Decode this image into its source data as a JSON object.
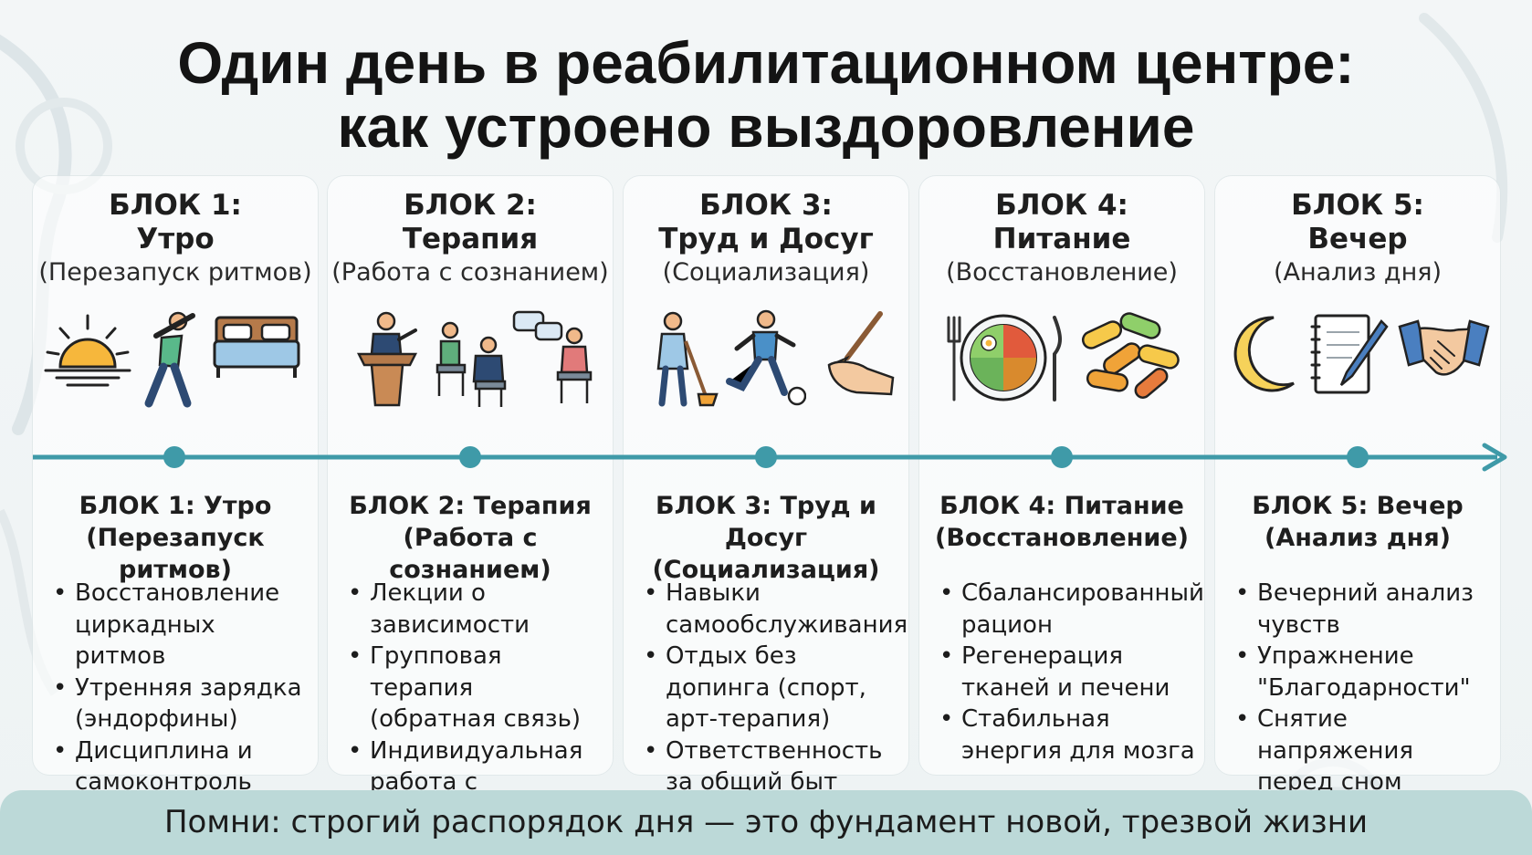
{
  "title": {
    "line1": "Один день в реабилитационном центре:",
    "line2": "как устроено выздоровление"
  },
  "blocks": [
    {
      "label": "БЛОК 1:",
      "name": "Утро",
      "subtitle": "(Перезапуск ритмов)",
      "detail_line1": "БЛОК 1: Утро",
      "detail_line2": "(Перезапуск ритмов)",
      "icons": [
        "sunrise-icon",
        "exercise-person-icon",
        "bed-icon"
      ],
      "bullets": [
        "Восстановление циркадных ритмов",
        "Утренняя зарядка (эндорфины)",
        "Дисциплина и самоконтроль"
      ]
    },
    {
      "label": "БЛОК 2:",
      "name": "Терапия",
      "subtitle": "(Работа с сознанием)",
      "detail_line1": "БЛОК 2: Терапия",
      "detail_line2": "(Работа с сознанием)",
      "icons": [
        "lecturer-podium-icon",
        "group-therapy-icon",
        "psychologist-session-icon"
      ],
      "bullets": [
        "Лекции о зависимости",
        "Групповая терапия (обратная связь)",
        "Индивидуальная работа с психологом"
      ]
    },
    {
      "label": "БЛОК 3:",
      "name": "Труд и Досуг",
      "subtitle": "(Социализация)",
      "detail_line1": "БЛОК 3: Труд и Досуг",
      "detail_line2": "(Социализация)",
      "icons": [
        "cleaning-person-icon",
        "football-player-icon",
        "paintbrush-hand-icon"
      ],
      "bullets": [
        "Навыки самообслуживания",
        "Отдых без допинга (спорт, арт-терапия)",
        "Ответственность за общий быт"
      ]
    },
    {
      "label": "БЛОК 4:",
      "name": "Питание",
      "subtitle": "(Восстановление)",
      "detail_line1": "БЛОК 4: Питание",
      "detail_line2": "(Восстановление)",
      "icons": [
        "food-plate-icon",
        "vitamin-capsules-icon"
      ],
      "bullets": [
        "Сбалансированный рацион",
        "Регенерация тканей и печени",
        "Стабильная энергия для мозга"
      ]
    },
    {
      "label": "БЛОК 5:",
      "name": "Вечер",
      "subtitle": "(Анализ дня)",
      "detail_line1": "БЛОК 5: Вечер",
      "detail_line2": "(Анализ дня)",
      "icons": [
        "crescent-moon-icon",
        "journal-pen-icon",
        "handshake-icon"
      ],
      "bullets": [
        "Вечерний анализ чувств",
        "Упражнение \"Благодарности\"",
        "Снятие напряжения перед сном"
      ]
    }
  ],
  "footer": "Помни: строгий распорядок дня — это фундамент новой, трезвой жизни",
  "colors": {
    "timeline": "#3f9aa8",
    "footer_bg": "#bcd9d8",
    "accent_orange": "#f0a338",
    "accent_blue": "#4a7fc0"
  }
}
